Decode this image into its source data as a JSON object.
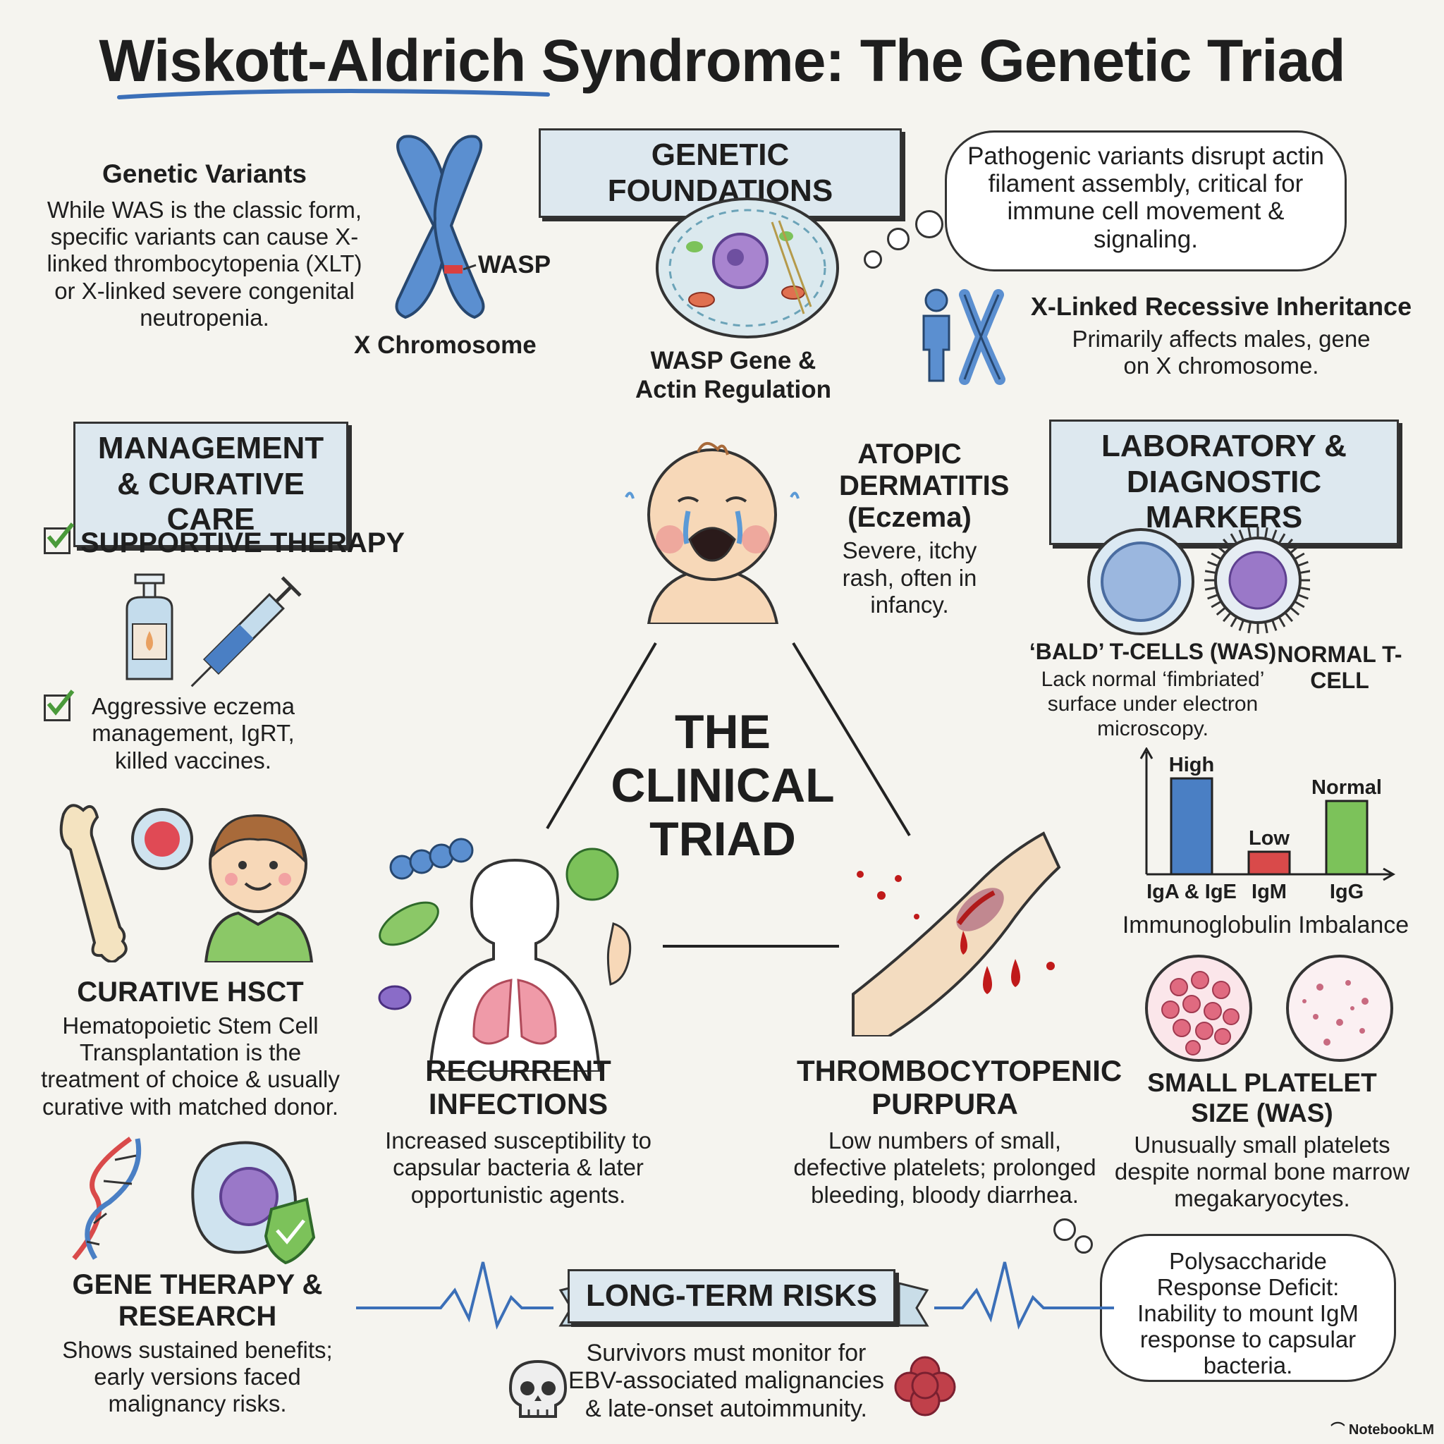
{
  "title": "Wiskott-Aldrich Syndrome: The Genetic Triad",
  "genetic_foundations": {
    "banner": "GENETIC FOUNDATIONS",
    "chromosome_label": "X Chromosome",
    "wasp_label": "WASP",
    "cell_label": "WASP Gene & Actin Regulation",
    "cloud_text": "Pathogenic variants disrupt actin filament assembly, critical for immune cell movement & signaling.",
    "inheritance_title": "X-Linked Recessive Inheritance",
    "inheritance_text": "Primarily affects males, gene on X chromosome."
  },
  "genetic_variants": {
    "title": "Genetic Variants",
    "text": "While WAS is the classic form, specific variants can cause X-linked thrombocytopenia (XLT) or X-linked severe congenital neutropenia."
  },
  "management": {
    "banner": "MANAGEMENT & CURATIVE CARE",
    "supportive_title": "SUPPORTIVE THERAPY",
    "supportive_text": "Aggressive eczema management, IgRT, killed vaccines.",
    "hsct_title": "CURATIVE HSCT",
    "hsct_text": "Hematopoietic Stem Cell Transplantation is the treatment of choice & usually curative with matched donor.",
    "gene_title": "GENE THERAPY & RESEARCH",
    "gene_text": "Shows sustained benefits; early versions faced malignancy risks."
  },
  "triad": {
    "center": "THE CLINICAL TRIAD",
    "eczema_title": "ATOPIC DERMATITIS (Eczema)",
    "eczema_text": "Severe, itchy rash, often in infancy.",
    "infections_title": "RECURRENT INFECTIONS",
    "infections_text": "Increased susceptibility to capsular bacteria & later opportunistic agents.",
    "purpura_title": "THROMBOCYTOPENIC PURPURA",
    "purpura_text": "Low numbers of small, defective platelets; prolonged bleeding, bloody diarrhea."
  },
  "lab": {
    "banner": "LABORATORY & DIAGNOSTIC MARKERS",
    "bald_title": "‘BALD’ T-CELLS (WAS)",
    "bald_text": "Lack normal ‘fimbriated’ surface under electron microscopy.",
    "normal_title": "NORMAL T-CELL",
    "chart_title": "Immunoglobulin Imbalance",
    "platelet_title": "SMALL PLATELET SIZE (WAS)",
    "platelet_text": "Unusually small platelets despite normal bone marrow megakaryocytes.",
    "cloud_text": "Polysaccharide Response Deficit: Inability to mount IgM response to capsular bacteria."
  },
  "risks": {
    "banner": "LONG-TERM RISKS",
    "text": "Survivors must monitor for EBV-associated malignancies & late-onset autoimmunity."
  },
  "chart_data": {
    "type": "bar",
    "categories": [
      "IgA & IgE",
      "IgM",
      "IgG"
    ],
    "value_labels": [
      "High",
      "Low",
      "Normal"
    ],
    "values": [
      0.85,
      0.2,
      0.65
    ],
    "colors": [
      "#4a7fc4",
      "#d94a4a",
      "#7cc25a"
    ]
  },
  "brand": "NotebookLM"
}
